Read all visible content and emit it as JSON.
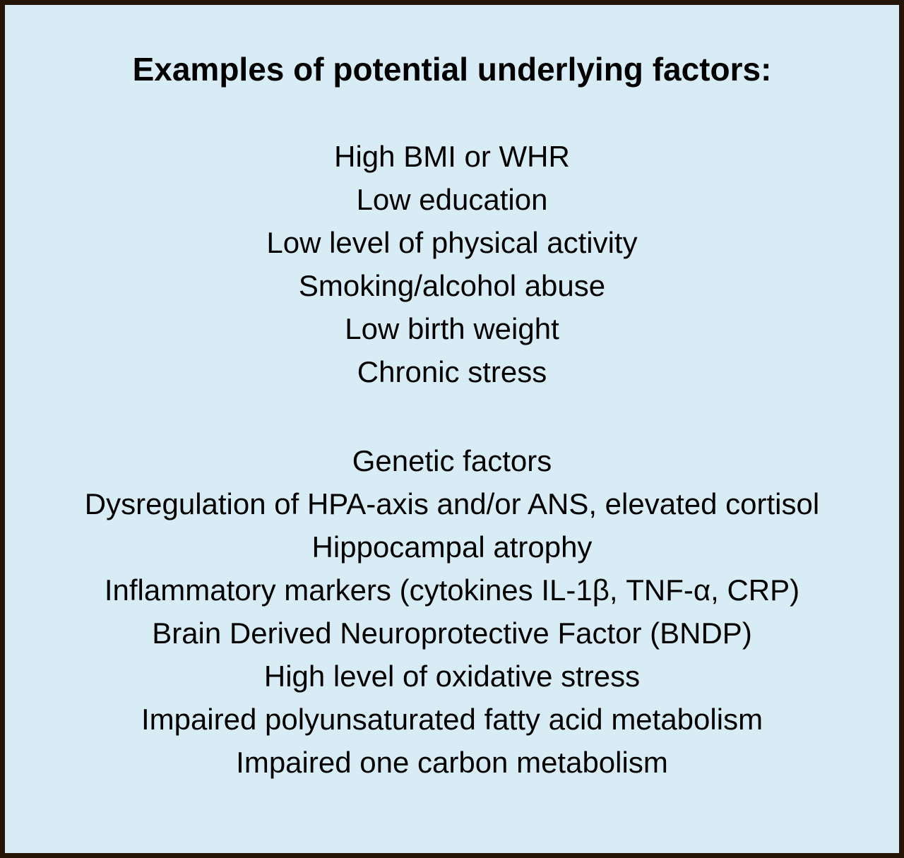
{
  "figure": {
    "title": "Examples of potential underlying factors:",
    "lifestyle_factors": [
      "High BMI or WHR",
      "Low education",
      "Low level of physical activity",
      "Smoking/alcohol abuse",
      "Low birth weight",
      "Chronic stress"
    ],
    "biological_factors": [
      "Genetic factors",
      "Dysregulation of HPA-axis and/or ANS, elevated cortisol",
      "Hippocampal atrophy",
      "Inflammatory markers (cytokines IL-1β, TNF-α, CRP)",
      "Brain Derived Neuroprotective Factor (BNDP)",
      "High level of oxidative stress",
      "Impaired polyunsaturated fatty acid metabolism",
      "Impaired one carbon metabolism"
    ],
    "colors": {
      "background": "#d8ecf5",
      "border": "#241507",
      "text": "#000000"
    }
  }
}
